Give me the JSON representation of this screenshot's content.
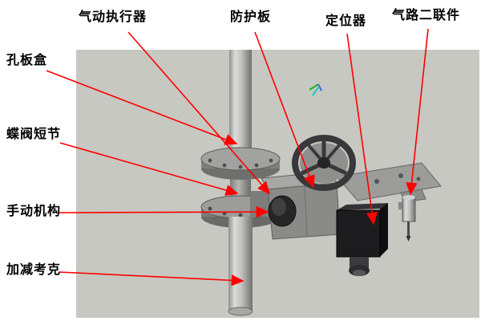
{
  "diagram": {
    "type": "cad-assembly-callout",
    "colors": {
      "viewport-color": "#c7c8c2",
      "arrow-color": "#ff0000"
    },
    "labels": {
      "pneumatic_actuator": "气动执行器",
      "guard_plate": "防护板",
      "positioner": "定位器",
      "air_service_unit": "气路二联件",
      "orifice_box": "孔板盒",
      "butterfly_valve_spool": "蝶阀短节",
      "manual_operator": "手动机构",
      "drain_cock": "加减考克"
    }
  }
}
